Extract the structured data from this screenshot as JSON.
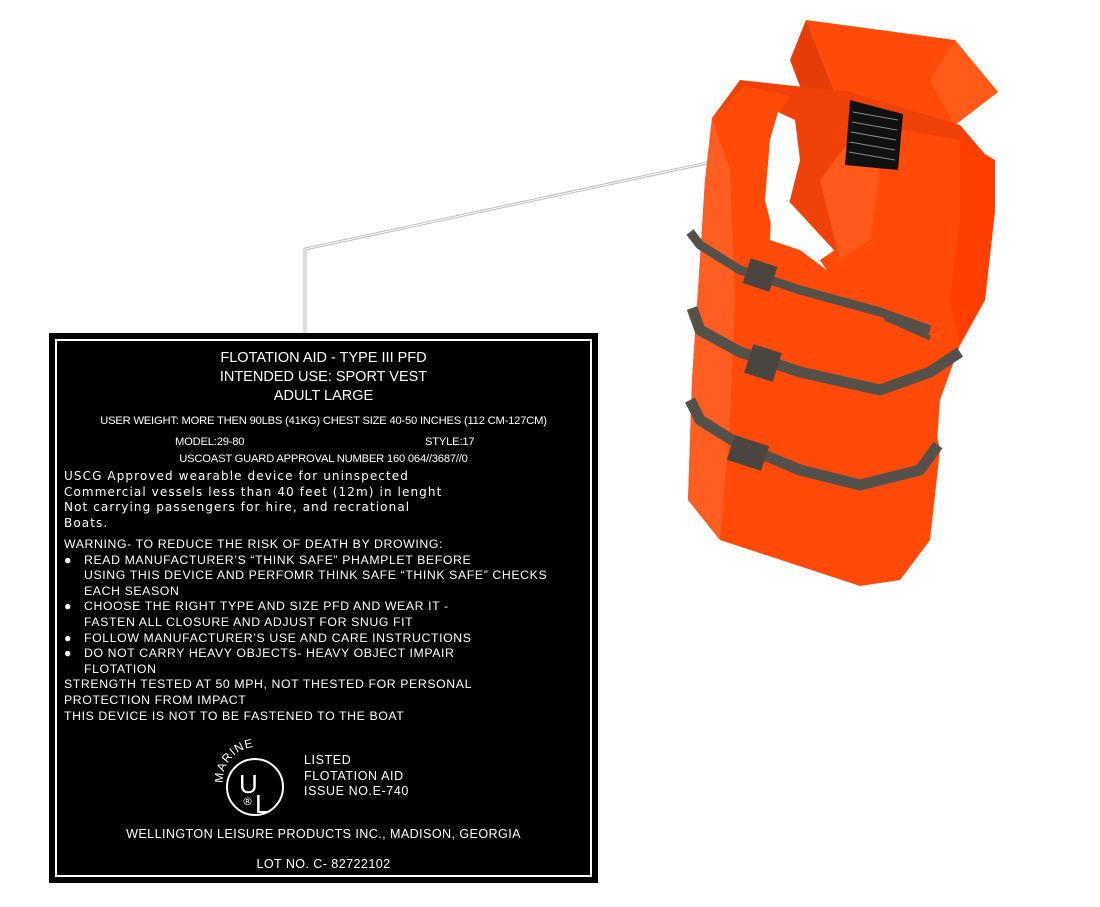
{
  "colors": {
    "vest_orange": "#ff4a0a",
    "vest_light": "#ff6a2a",
    "vest_dark": "#e63c05",
    "strap": "#55504a",
    "label_bg": "#000000",
    "label_text": "#ffffff"
  },
  "label": {
    "title_line1": "FLOTATION AID - TYPE III PFD",
    "title_line2": "INTENDED USE:  SPORT VEST",
    "title_line3": "ADULT LARGE",
    "user_weight": "USER WEIGHT: MORE THEN 90LBS (41KG) CHEST SIZE 40-50 INCHES (112 CM-127CM)",
    "model": "MODEL:29-80",
    "style": "STYLE:17",
    "approval": "USCOAST GUARD APPROVAL NUMBER 160 064//3687//0",
    "uscg": [
      "USCG Approved wearable device for uninspected",
      "Commercial vessels less than 40 feet (12m) in lenght",
      "Not carrying passengers for hire, and recrational",
      "Boats."
    ],
    "warning_title": "WARNING- TO REDUCE THE RISK OF DEATH BY DROWING:",
    "bullets": [
      [
        "READ MANUFACTURER’S “THINK SAFE” PHAMPLET BEFORE",
        "USING THIS DEVICE AND PERFOMR THINK SAFE “THINK SAFE” CHECKS",
        "EACH SEASON"
      ],
      [
        "CHOOSE THE RIGHT TYPE AND SIZE PFD AND WEAR IT -",
        "FASTEN ALL CLOSURE AND ADJUST FOR SNUG FIT"
      ],
      [
        "FOLLOW MANUFACTURER’S USE AND CARE INSTRUCTIONS"
      ],
      [
        "DO NOT CARRY HEAVY OBJECTS- HEAVY OBJECT IMPAIR",
        "FLOTATION"
      ]
    ],
    "strength_line1": "STRENGTH TESTED AT 50 MPH, NOT THESTED FOR PERSONAL",
    "strength_line2": "PROTECTION FROM IMPACT",
    "not_fastened": "THIS DEVICE IS NOT TO BE FASTENED TO THE BOAT",
    "ul_mark": {
      "marine": "MARINE",
      "u": "U",
      "l": "L",
      "registered": "®"
    },
    "listed_line1": "LISTED",
    "listed_line2": "FLOTATION AID",
    "listed_line3": "ISSUE NO.E-740",
    "manufacturer": "WELLINGTON LEISURE PRODUCTS INC., MADISON, GEORGIA",
    "lot": "LOT NO. C- 82722102"
  }
}
